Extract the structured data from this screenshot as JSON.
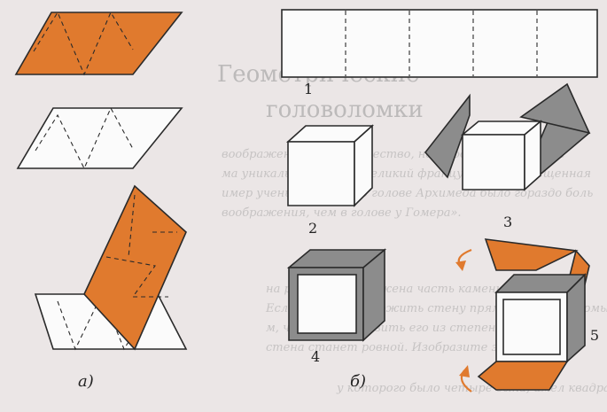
{
  "colors": {
    "orange": "#e07a2e",
    "gray": "#8c8c8c",
    "paper": "#ebe6e6",
    "white": "#fbfbfb",
    "line": "#2a2a2a"
  },
  "labels": {
    "group_a": "а)",
    "group_b": "б)",
    "step_1": "1",
    "step_2": "2",
    "step_3": "3",
    "step_4": "4",
    "step_5": "5"
  },
  "background_text": {
    "heading_1": "Геометрические",
    "heading_2": "головоломки",
    "lines": [
      "воображение — это качество, необходимое ранней ме",
      "ма уникальный подвиг великий французский просвещенная",
      "имер ученых сказал: «В голове Архимеда было гораздо боль",
      "воображения, чем в голове у Гомера».",
      "на рисунке изображена часть каменной стены",
      "Если из камней сложить стену прямоугольной формы",
      "м, что если вставить его из степени получится",
      "стена станет ровной. Изобразите этот камень.",
      "у которого было четыре сына, имел квадратно"
    ]
  },
  "icons": {
    "rotate_top": "curved-arrow-icon",
    "rotate_bottom": "curved-arrow-icon"
  }
}
